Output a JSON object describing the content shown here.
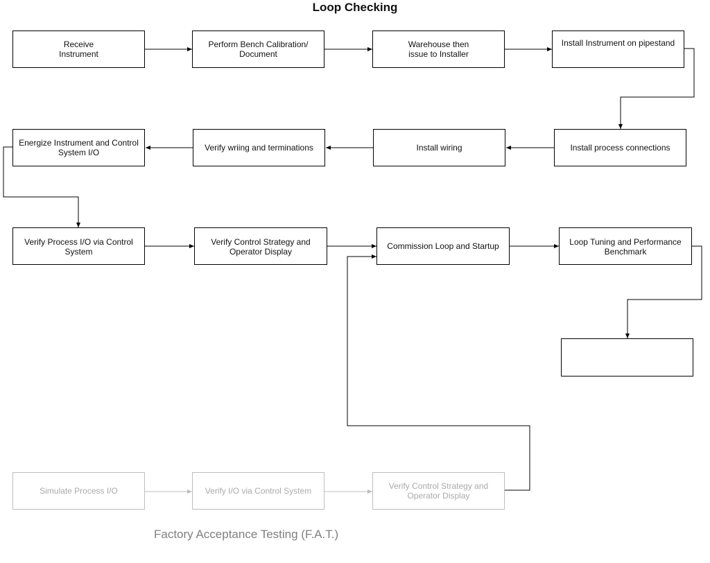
{
  "title": "Loop Checking",
  "row1": {
    "receive": "Receive\nInstrument",
    "bench": "Perform Bench Calibration/\nDocument",
    "warehouse": "Warehouse then\nissue to Installer",
    "install_instrument": "Install Instrument on pipestand"
  },
  "row2": {
    "process_connections": "Install process connections",
    "install_wiring": "Install wiring",
    "verify_wiring": "Verify wriing and terminations",
    "energize": "Energize Instrument and Control\nSystem I/O"
  },
  "row3": {
    "verify_process_io": "Verify Process I/O via Control\nSystem",
    "verify_strategy": "Verify Control Strategy and\nOperator Display",
    "commission": "Commission Loop and Startup",
    "tuning": "Loop Tuning and Performance\nBenchmark"
  },
  "empty_box": "",
  "fat": {
    "simulate": "Simulate Process I/O",
    "verify_io": "Verify I/O via Control System",
    "verify_strategy": "Verify Control Strategy and\nOperator Display"
  },
  "footer": "Factory Acceptance Testing (F.A.T.)",
  "colors": {
    "main": "#000000",
    "fat": "#bdbdbd",
    "footer_text": "#7f7f7f"
  }
}
